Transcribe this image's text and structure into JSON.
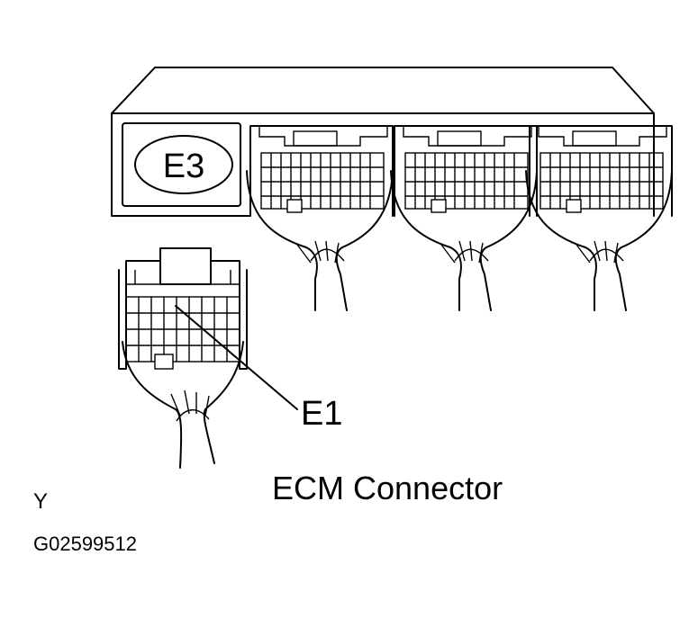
{
  "labels": {
    "box_label": "E3",
    "connector_label": "E1",
    "caption": "ECM Connector",
    "corner_letter": "Y",
    "figure_code": "G02599512"
  },
  "colors": {
    "ink": "#000000",
    "paper": "#ffffff"
  }
}
